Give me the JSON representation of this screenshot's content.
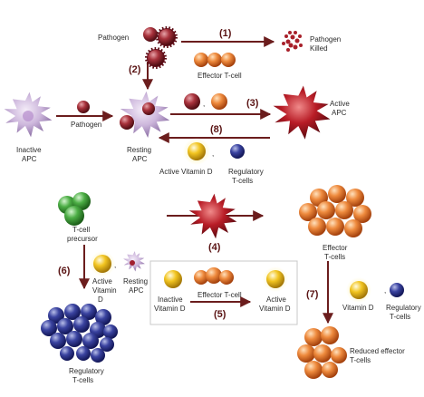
{
  "labels": {
    "pathogen_top": "Pathogen",
    "effector_tcell_top": "Effector T-cell",
    "pathogen_killed_1": "Pathogen",
    "pathogen_killed_2": "Killed",
    "inactive_apc_1": "Inactive",
    "inactive_apc_2": "APC",
    "pathogen_mid": "Pathogen",
    "resting_apc_1": "Resting",
    "resting_apc_2": "APC",
    "active_apc_1": "Active",
    "active_apc_2": "APC",
    "active_vitd": "Active Vitamin D",
    "regulatory_tcells_top_1": "Regulatory",
    "regulatory_tcells_top_2": "T-cells",
    "tcell_precursor_1": "T-cell",
    "tcell_precursor_2": "precursor",
    "active_vitd_left_1": "Active",
    "active_vitd_left_2": "Vitamin",
    "active_vitd_left_3": "D",
    "resting_apc_left_1": "Resting",
    "resting_apc_left_2": "APC",
    "regulatory_tcells_bottom_1": "Regulatory",
    "regulatory_tcells_bottom_2": "T-cells",
    "inactive_vitd_box_1": "Inactive",
    "inactive_vitd_box_2": "Vitamin D",
    "effector_tcell_box": "Effector T-cell",
    "active_vitd_box_1": "Active",
    "active_vitd_box_2": "Vitamin D",
    "effector_tcells_1": "Effector",
    "effector_tcells_2": "T-cells",
    "vitd_right": "Vitamin D",
    "regulatory_tcells_right_1": "Regulatory",
    "regulatory_tcells_right_2": "T-cells",
    "reduced_effector_1": "Reduced effector",
    "reduced_effector_2": "T-cells",
    "comma": ","
  },
  "steps": {
    "s1": "(1)",
    "s2": "(2)",
    "s3": "(3)",
    "s4": "(4)",
    "s5": "(5)",
    "s6": "(6)",
    "s7": "(7)",
    "s8": "(8)"
  },
  "colors": {
    "arrow": "#6b1d1d",
    "pathogen": "#8a1f28",
    "effector": "#e0742a",
    "vitamin_d": "#e8b81a",
    "regulatory": "#2c3585",
    "precursor": "#3ea23a",
    "apc_resting": "#c9b6d8",
    "apc_active": "#a8121c"
  }
}
